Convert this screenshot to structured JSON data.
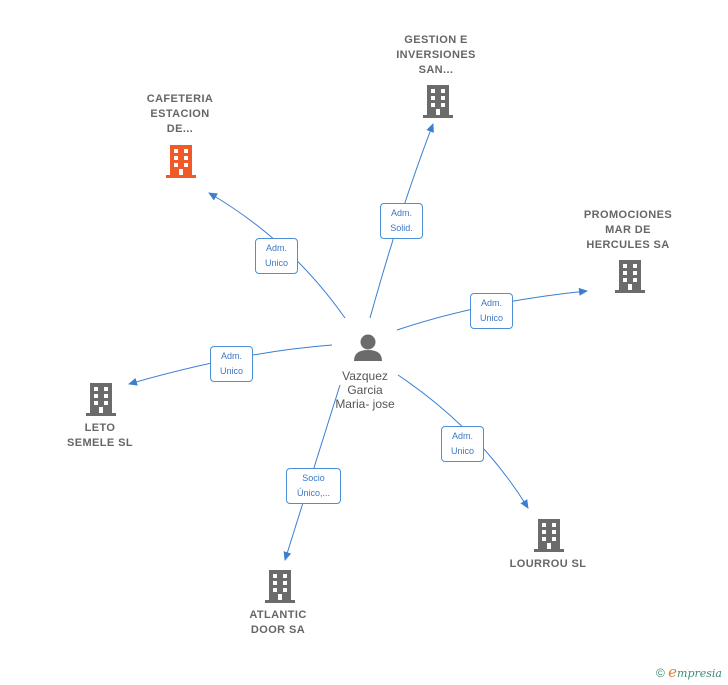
{
  "person": {
    "name_lines": [
      "Vazquez",
      "Garcia",
      "Maria- jose"
    ]
  },
  "companies": [
    {
      "id": "cafeteria",
      "lines": [
        "CAFETERIA",
        "ESTACION",
        "DE..."
      ],
      "color": "#f05a28"
    },
    {
      "id": "gestion",
      "lines": [
        "GESTION E",
        "INVERSIONES",
        "SAN..."
      ],
      "color": "#6b6b6b"
    },
    {
      "id": "promociones",
      "lines": [
        "PROMOCIONES",
        "MAR DE",
        "HERCULES SA"
      ],
      "color": "#6b6b6b"
    },
    {
      "id": "leto",
      "lines": [
        "LETO",
        "SEMELE SL"
      ],
      "color": "#6b6b6b"
    },
    {
      "id": "lourrou",
      "lines": [
        "LOURROU SL"
      ],
      "color": "#6b6b6b"
    },
    {
      "id": "atlantic",
      "lines": [
        "ATLANTIC",
        "DOOR SA"
      ],
      "color": "#6b6b6b"
    }
  ],
  "edges": [
    {
      "to": "cafeteria",
      "lines": [
        "Adm.",
        "Unico"
      ]
    },
    {
      "to": "gestion",
      "lines": [
        "Adm.",
        "Solid."
      ]
    },
    {
      "to": "promociones",
      "lines": [
        "Adm.",
        "Unico"
      ]
    },
    {
      "to": "leto",
      "lines": [
        "Adm.",
        "Unico"
      ]
    },
    {
      "to": "lourrou",
      "lines": [
        "Adm.",
        "Unico"
      ]
    },
    {
      "to": "atlantic",
      "lines": [
        "Socio",
        "Único,..."
      ]
    }
  ],
  "footer": {
    "copyright": "©",
    "brand_initial": "e",
    "brand_rest": "mpresia"
  },
  "colors": {
    "edge": "#3a7fd0",
    "building": "#6b6b6b",
    "highlight": "#f05a28",
    "person": "#6b6b6b"
  }
}
